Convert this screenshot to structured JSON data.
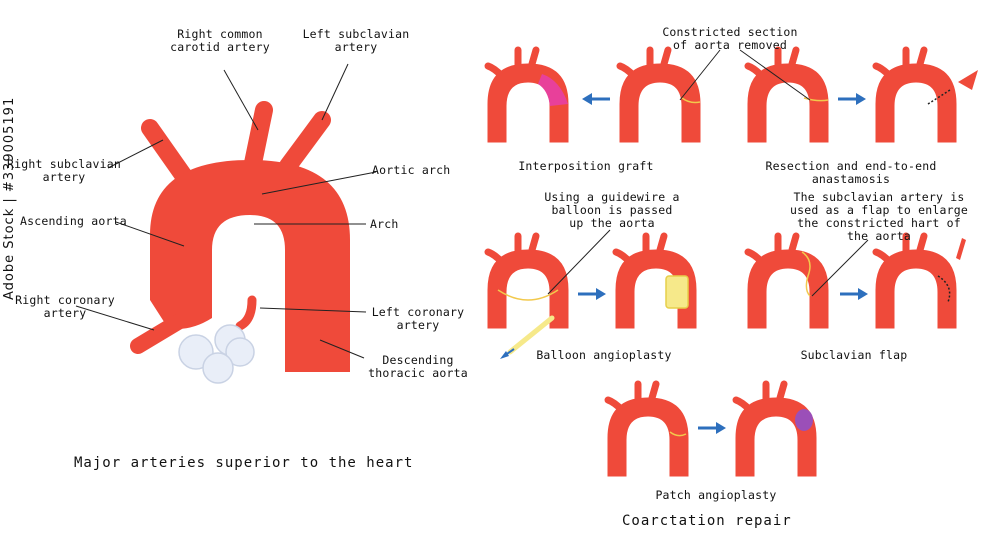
{
  "colors": {
    "aorta": "#ef4a3a",
    "aorta_dark": "#d93b2c",
    "heart": "#e9eef8",
    "graft": "#e8409a",
    "balloon": "#f6e98a",
    "patch": "#9b4fb8",
    "arrow": "#2d6fbd",
    "suture": "#222222"
  },
  "main": {
    "title": "Major arteries superior to the heart",
    "labels": {
      "right_common_carotid": "Right common\ncarotid artery",
      "left_subclavian": "Left subclavian\nartery",
      "right_subclavian": "Right subclavian\nartery",
      "aortic_arch": "Aortic arch",
      "ascending_aorta": "Ascending aorta",
      "arch": "Arch",
      "right_coronary": "Right coronary\nartery",
      "left_coronary": "Left coronary\nartery",
      "descending": "Descending\nthoracic aorta"
    }
  },
  "repair": {
    "title": "Coarctation repair",
    "constricted_note": "Constricted section\nof aorta removed",
    "interposition": "Interposition graft",
    "resection": "Resection and end-to-end\nanastamosis",
    "guidewire_note": "Using a guidewire a\nballoon is passed\nup the aorta",
    "balloon": "Balloon angioplasty",
    "subclavian_note": "The subclavian artery is\nused as a flap to enlarge\nthe constricted hart of\nthe aorta",
    "subclavian_flap": "Subclavian flap",
    "patch": "Patch angioplasty"
  },
  "watermark": "339005191",
  "watermark_prefix": "Adobe Stock | #"
}
